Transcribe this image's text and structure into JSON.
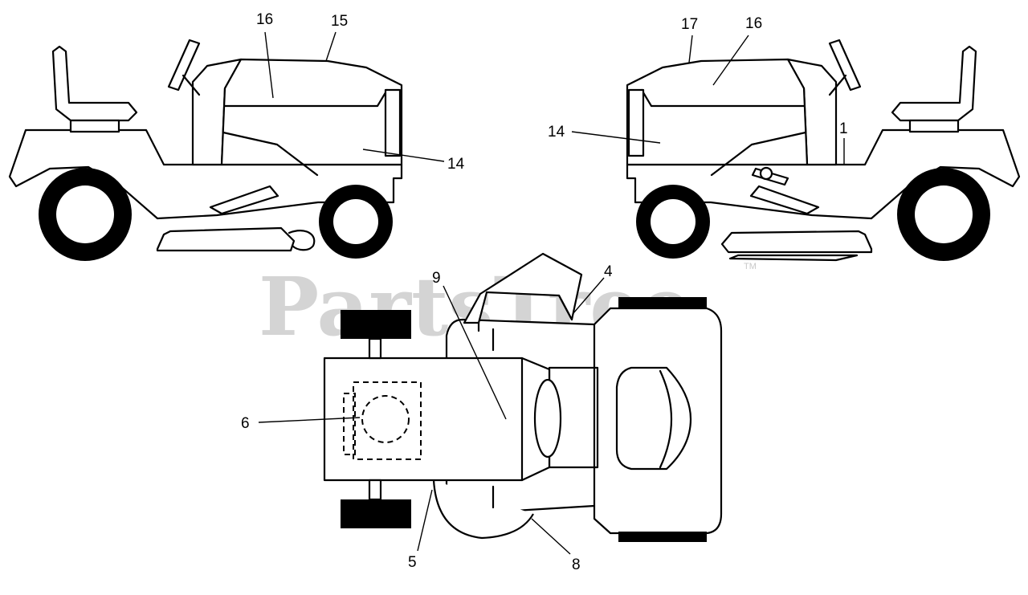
{
  "watermark": {
    "text": "PartsTree",
    "trademark": "TM"
  },
  "callouts": {
    "left_view": {
      "c16": "16",
      "c15": "15",
      "c14": "14"
    },
    "right_view": {
      "c17": "17",
      "c16": "16",
      "c14": "14",
      "c1": "1"
    },
    "top_view": {
      "c9": "9",
      "c4": "4",
      "c6": "6",
      "c5": "5",
      "c8": "8"
    }
  },
  "colors": {
    "line": "#000000",
    "background": "#ffffff",
    "watermark": "#d4d4d4"
  }
}
